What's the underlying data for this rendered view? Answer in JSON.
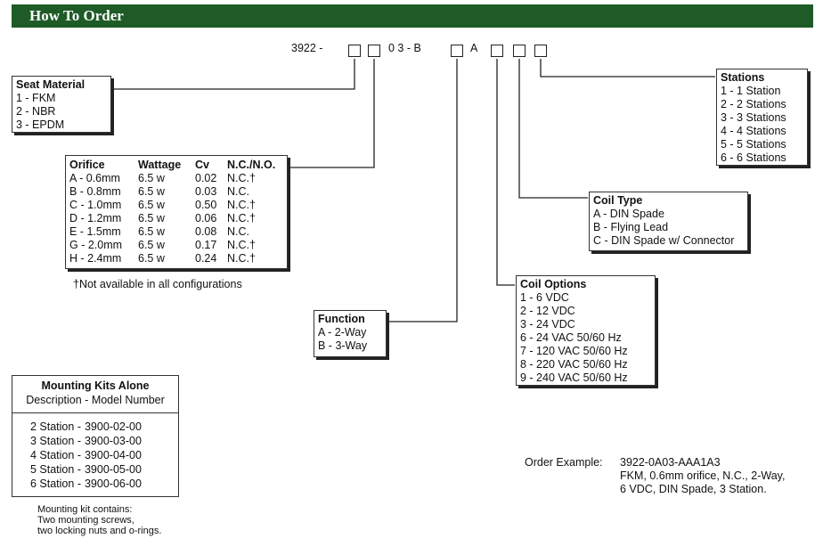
{
  "header": {
    "title": "How To Order"
  },
  "code": {
    "prefix": "3922 -",
    "mid": "0 3 - B",
    "a": "A"
  },
  "seat_material": {
    "title": "Seat Material",
    "items": [
      "1 - FKM",
      "2 - NBR",
      "3 - EPDM"
    ]
  },
  "orifice": {
    "headers": [
      "Orifice",
      "Wattage",
      "Cv",
      "N.C./N.O."
    ],
    "rows": [
      [
        "A - 0.6mm",
        "6.5 w",
        "0.02",
        "N.C.†"
      ],
      [
        "B - 0.8mm",
        "6.5 w",
        "0.03",
        "N.C."
      ],
      [
        "C - 1.0mm",
        "6.5 w",
        "0.50",
        "N.C.†"
      ],
      [
        "D - 1.2mm",
        "6.5 w",
        "0.06",
        "N.C.†"
      ],
      [
        "E - 1.5mm",
        "6.5 w",
        "0.08",
        "N.C."
      ],
      [
        "G - 2.0mm",
        "6.5 w",
        "0.17",
        "N.C.†"
      ],
      [
        "H - 2.4mm",
        "6.5 w",
        "0.24",
        "N.C.†"
      ]
    ],
    "footnote": "†Not available in all configurations"
  },
  "function": {
    "title": "Function",
    "items": [
      "A - 2-Way",
      "B - 3-Way"
    ]
  },
  "stations": {
    "title": "Stations",
    "items": [
      "1 - 1 Station",
      "2 - 2 Stations",
      "3 - 3 Stations",
      "4 - 4 Stations",
      "5 - 5 Stations",
      "6 - 6 Stations"
    ]
  },
  "coil_type": {
    "title": "Coil Type",
    "items": [
      "A - DIN Spade",
      "B - Flying Lead",
      "C - DIN Spade w/ Connector"
    ]
  },
  "coil_options": {
    "title": "Coil Options",
    "items": [
      "1 - 6 VDC",
      "2 - 12 VDC",
      "3 - 24 VDC",
      "6 - 24 VAC 50/60 Hz",
      "7 - 120 VAC 50/60 Hz",
      "8 - 220 VAC 50/60 Hz",
      "9 - 240 VAC 50/60 Hz"
    ]
  },
  "mounting_kits": {
    "title": "Mounting Kits Alone",
    "subtitle": "Description -  Model Number",
    "rows": [
      [
        "2 Station -",
        "3900-02-00"
      ],
      [
        "3 Station -",
        "3900-03-00"
      ],
      [
        "4 Station -",
        "3900-04-00"
      ],
      [
        "5 Station -",
        "3900-05-00"
      ],
      [
        "6 Station -",
        "3900-06-00"
      ]
    ],
    "note": [
      "Mounting kit contains:",
      "Two mounting screws,",
      "two locking nuts and o-rings."
    ]
  },
  "order_example": {
    "label": "Order Example:",
    "lines": [
      "3922-0A03-AAA1A3",
      "FKM, 0.6mm orifice, N.C., 2-Way,",
      "6 VDC, DIN Spade, 3 Station."
    ]
  }
}
